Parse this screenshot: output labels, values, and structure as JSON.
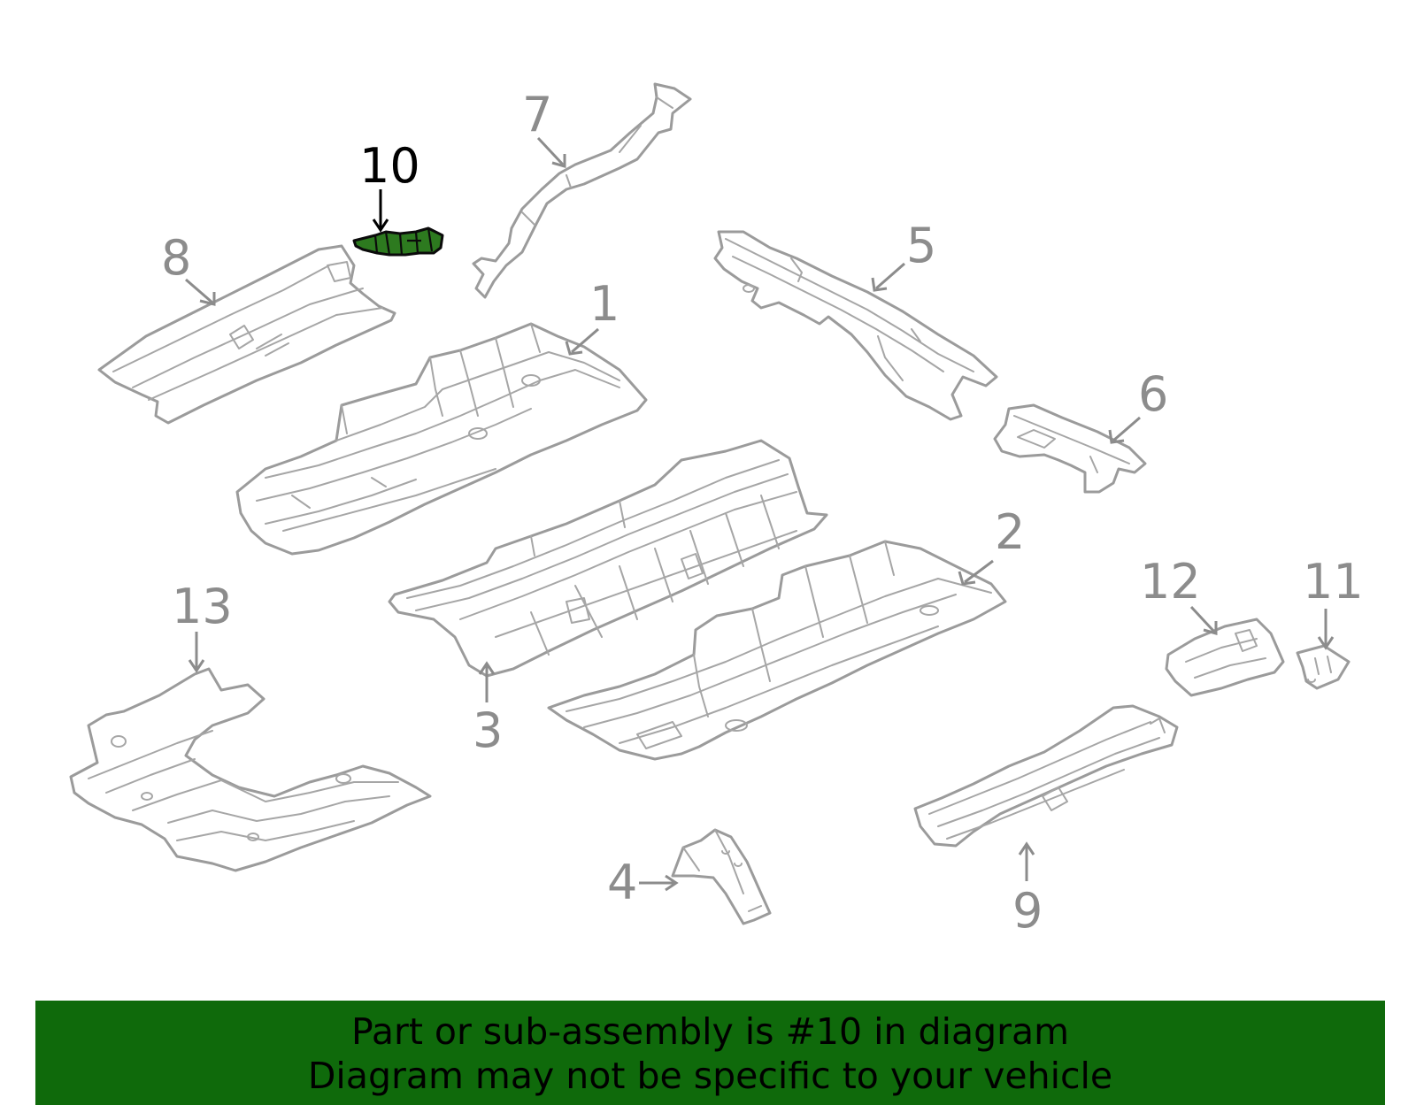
{
  "diagram": {
    "highlighted_part": "10",
    "callouts": [
      "1",
      "2",
      "3",
      "4",
      "5",
      "6",
      "7",
      "8",
      "9",
      "10",
      "11",
      "12",
      "13"
    ],
    "colors": {
      "outline": "#9b9b9b",
      "highlight_fill": "#2d7a1f",
      "banner_background": "#0f6a0b"
    }
  },
  "banner": {
    "line1": "Part or sub-assembly is #10 in diagram",
    "line2": "Diagram may not be specific to your vehicle"
  }
}
